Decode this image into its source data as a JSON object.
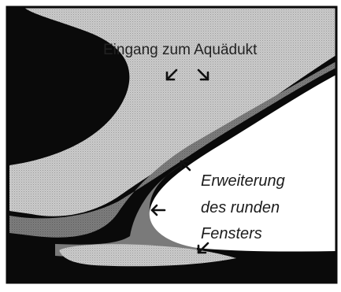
{
  "labels": {
    "entrance": "Eingang zum Aquädukt",
    "widening": [
      "Erweiterung",
      "des runden",
      "Fensters"
    ]
  },
  "icons": {
    "arrow_entrance_left": "arrow-down-left",
    "arrow_entrance_right": "arrow-down-right",
    "arrow_upper_left": "arrow-up-left",
    "arrow_left": "arrow-left",
    "arrow_lower_down_left": "arrow-down-left"
  },
  "colors": {
    "black_region": "#0a0a0a",
    "light_gray_region": "#c9c9c9",
    "mid_gray_region": "#808080",
    "white_space": "#ffffff",
    "text": "#1c1c1c"
  }
}
